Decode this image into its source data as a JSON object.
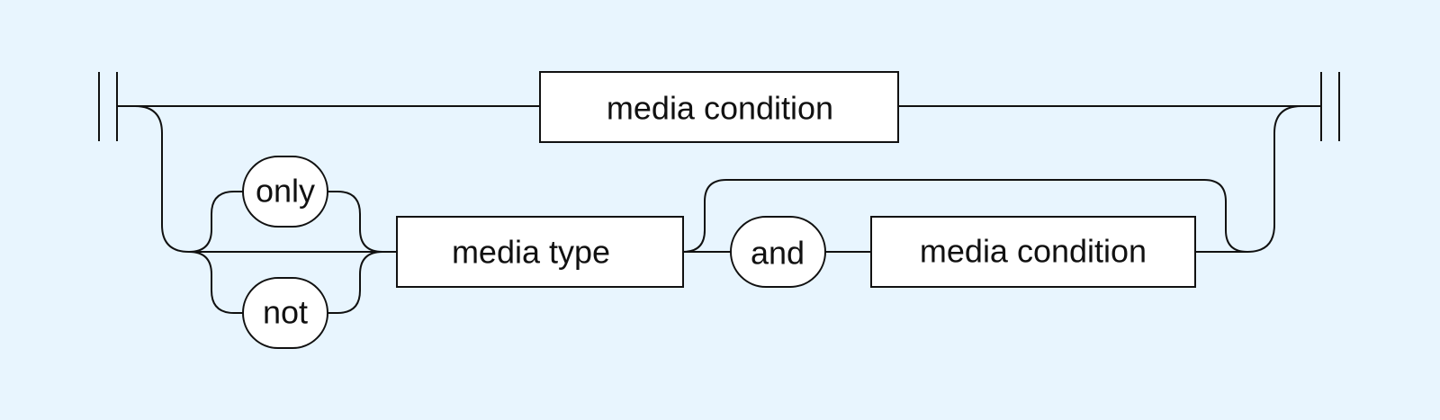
{
  "colors": {
    "background": "#e8f5fe",
    "stroke": "#111111",
    "node_fill": "#ffffff",
    "text": "#111111"
  },
  "nodes": {
    "top_condition": "media condition",
    "only_keyword": "only",
    "not_keyword": "not",
    "media_type": "media type",
    "and_keyword": "and",
    "bottom_condition": "media condition"
  }
}
